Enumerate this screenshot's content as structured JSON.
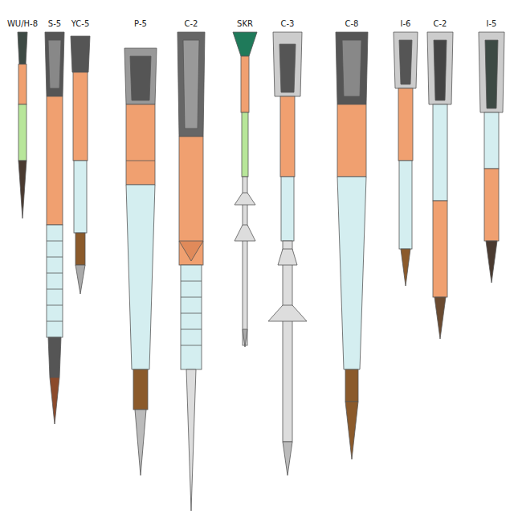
{
  "diagram": {
    "labels": [
      "WU/H-8",
      "S-5",
      "YC-5",
      "P-5",
      "C-2",
      "SKR",
      "C-3",
      "C-8",
      "I-6",
      "C-2",
      "I-5"
    ]
  }
}
